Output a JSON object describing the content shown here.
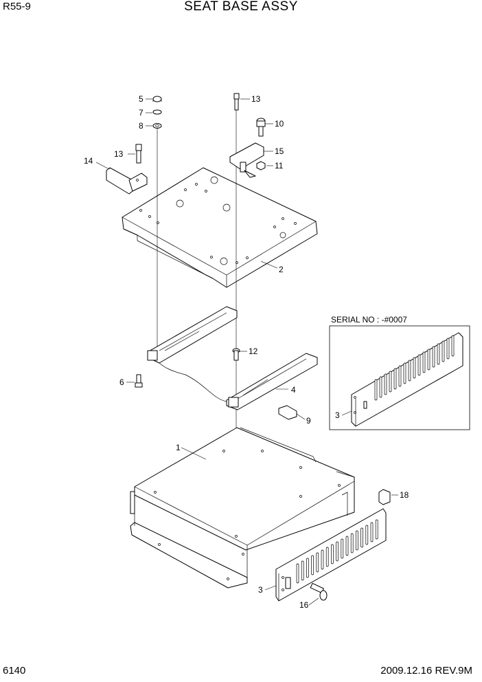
{
  "header": {
    "model": "R55-9",
    "title": "SEAT BASE ASSY"
  },
  "footer": {
    "page_number": "6140",
    "revision": "2009.12.16 REV.9M"
  },
  "inset": {
    "label": "SERIAL NO : -#0007"
  },
  "callouts": {
    "c1": "1",
    "c2": "2",
    "c3_inset": "3",
    "c3_main": "3",
    "c4": "4",
    "c5": "5",
    "c6": "6",
    "c7": "7",
    "c8": "8",
    "c9": "9",
    "c10": "10",
    "c11": "11",
    "c12": "12",
    "c13_left": "13",
    "c13_top": "13",
    "c14": "14",
    "c15": "15",
    "c16": "16",
    "c18": "18"
  }
}
